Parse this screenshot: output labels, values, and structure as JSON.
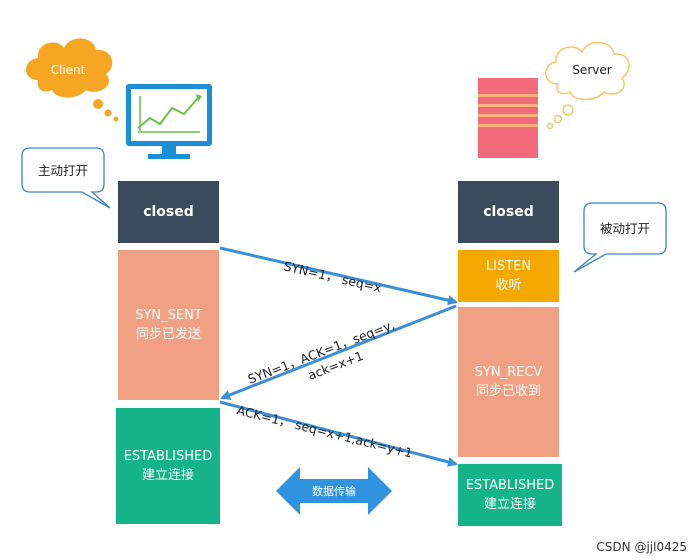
{
  "client": {
    "cloud_label": "Client",
    "open_label": "主动打开",
    "states": {
      "closed": "closed",
      "syn_sent": "SYN_SENT",
      "syn_sent_sub": "同步已发送",
      "established": "ESTABLISHED",
      "established_sub": "建立连接"
    }
  },
  "server": {
    "cloud_label": "Server",
    "open_label": "被动打开",
    "states": {
      "closed": "closed",
      "listen": "LISTEN",
      "listen_sub": "收听",
      "syn_recv": "SYN_RECV",
      "syn_recv_sub": "同步已收到",
      "established": "ESTABLISHED",
      "established_sub": "建立连接"
    }
  },
  "messages": {
    "m1": "SYN=1， seq=x",
    "m2_line1": "SYN=1，ACK=1，seq=y,",
    "m2_line2": "ack=x+1",
    "m3": "ACK=1， seq=x+1,ack=y+1"
  },
  "transfer_label": "数据传输",
  "watermark": "CSDN @jjl0425",
  "colors": {
    "closed": "#3c4a5d",
    "syn": "#f0a083",
    "listen": "#f5a800",
    "established": "#14b38a",
    "arrow": "#3b8fd6",
    "cloud": "#f6a623"
  }
}
